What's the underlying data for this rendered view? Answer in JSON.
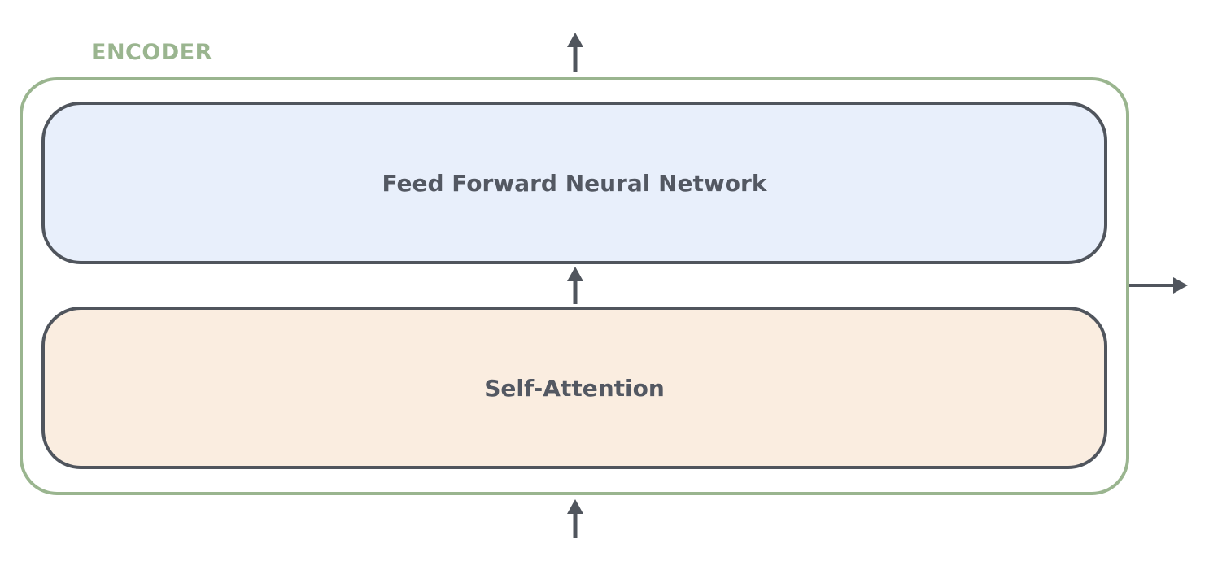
{
  "encoder": {
    "title": "ENCODER",
    "layers": [
      {
        "label": "Feed Forward Neural Network",
        "fill": "#e8effb"
      },
      {
        "label": "Self-Attention",
        "fill": "#faede0"
      }
    ]
  },
  "colors": {
    "encoder_border": "#9ab58f",
    "layer_border": "#50555d",
    "arrow": "#50555d",
    "text": "#535862"
  }
}
